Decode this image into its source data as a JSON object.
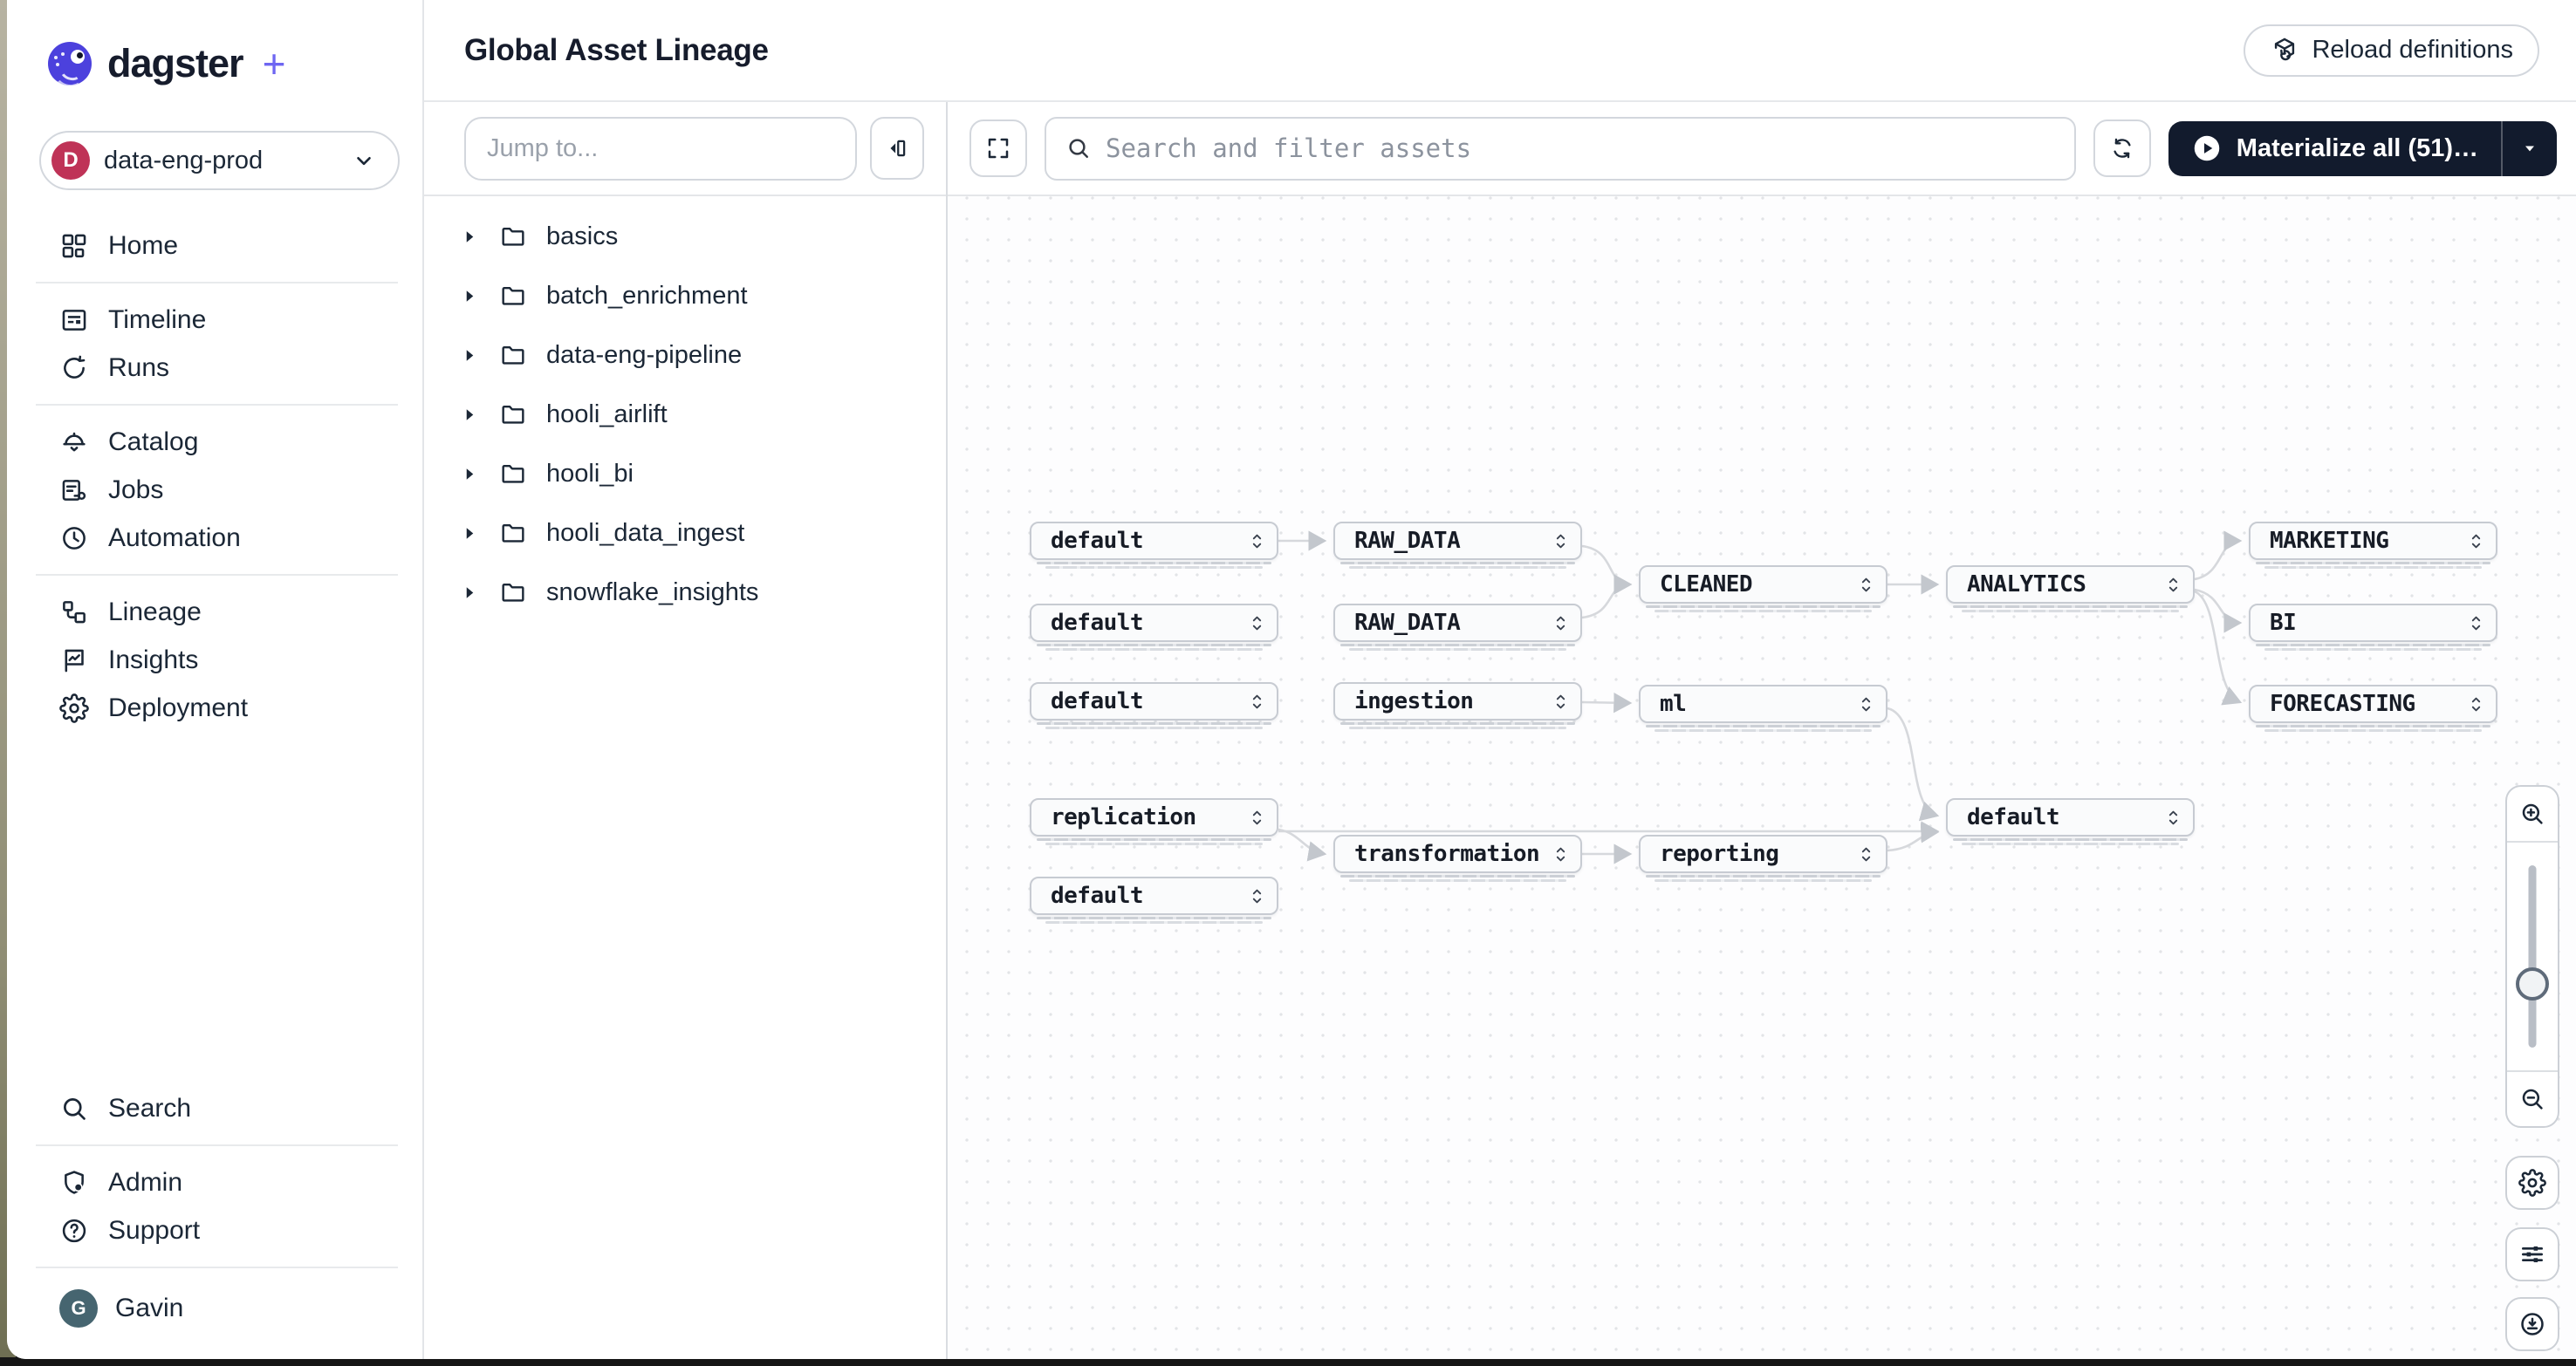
{
  "brand": {
    "logo_text": "dagster",
    "logo_plus": "+",
    "accent_purple": "#4c41dd"
  },
  "sidebar": {
    "deployment_switcher": {
      "initial": "D",
      "label": "data-eng-prod",
      "avatar_color": "#bf3357"
    },
    "nav": [
      {
        "label": "Home",
        "icon": "grid-icon"
      },
      {
        "label": "Timeline",
        "icon": "timeline-icon"
      },
      {
        "label": "Runs",
        "icon": "runs-loop-icon"
      },
      {
        "label": "Catalog",
        "icon": "catalog-icon"
      },
      {
        "label": "Jobs",
        "icon": "jobs-icon"
      },
      {
        "label": "Automation",
        "icon": "clock-icon"
      },
      {
        "label": "Lineage",
        "icon": "lineage-icon"
      },
      {
        "label": "Insights",
        "icon": "insights-flag-icon"
      },
      {
        "label": "Deployment",
        "icon": "gear-icon"
      }
    ],
    "footer_nav": [
      {
        "label": "Search",
        "icon": "search-icon"
      },
      {
        "label": "Admin",
        "icon": "shield-icon"
      },
      {
        "label": "Support",
        "icon": "help-icon"
      }
    ],
    "user": {
      "initial": "G",
      "name": "Gavin",
      "avatar_color": "#466570"
    }
  },
  "header": {
    "title": "Global Asset Lineage",
    "reload_button_label": "Reload definitions"
  },
  "tree_panel": {
    "jump_placeholder": "Jump to...",
    "folders": [
      "basics",
      "batch_enrichment",
      "data-eng-pipeline",
      "hooli_airlift",
      "hooli_bi",
      "hooli_data_ingest",
      "snowflake_insights"
    ]
  },
  "graph_toolbar": {
    "search_placeholder": "Search and filter assets",
    "materialize_label": "Materialize all (51)…",
    "materialize_color": "#121b2d"
  },
  "graph": {
    "nodes": [
      {
        "id": "d1",
        "label": "default"
      },
      {
        "id": "rd1",
        "label": "RAW_DATA"
      },
      {
        "id": "d2",
        "label": "default"
      },
      {
        "id": "rd2",
        "label": "RAW_DATA"
      },
      {
        "id": "cleaned",
        "label": "CLEANED"
      },
      {
        "id": "analytics",
        "label": "ANALYTICS"
      },
      {
        "id": "marketing",
        "label": "MARKETING"
      },
      {
        "id": "bi",
        "label": "BI"
      },
      {
        "id": "forecasting",
        "label": "FORECASTING"
      },
      {
        "id": "d3",
        "label": "default"
      },
      {
        "id": "ingestion",
        "label": "ingestion"
      },
      {
        "id": "ml",
        "label": "ml"
      },
      {
        "id": "repl",
        "label": "replication"
      },
      {
        "id": "d4",
        "label": "default"
      },
      {
        "id": "transf",
        "label": "transformation"
      },
      {
        "id": "report",
        "label": "reporting"
      },
      {
        "id": "d5",
        "label": "default"
      }
    ],
    "edges": [
      {
        "from": "d1",
        "to": "rd1"
      },
      {
        "from": "rd1",
        "to": "cleaned"
      },
      {
        "from": "rd2",
        "to": "cleaned"
      },
      {
        "from": "cleaned",
        "to": "analytics"
      },
      {
        "from": "analytics",
        "to": "marketing"
      },
      {
        "from": "analytics",
        "to": "bi"
      },
      {
        "from": "analytics",
        "to": "forecasting"
      },
      {
        "from": "ingestion",
        "to": "ml"
      },
      {
        "from": "ml",
        "to": "d4"
      },
      {
        "from": "repl",
        "to": "transf"
      },
      {
        "from": "repl",
        "to": "d4"
      },
      {
        "from": "transf",
        "to": "report"
      },
      {
        "from": "report",
        "to": "d4"
      }
    ]
  }
}
